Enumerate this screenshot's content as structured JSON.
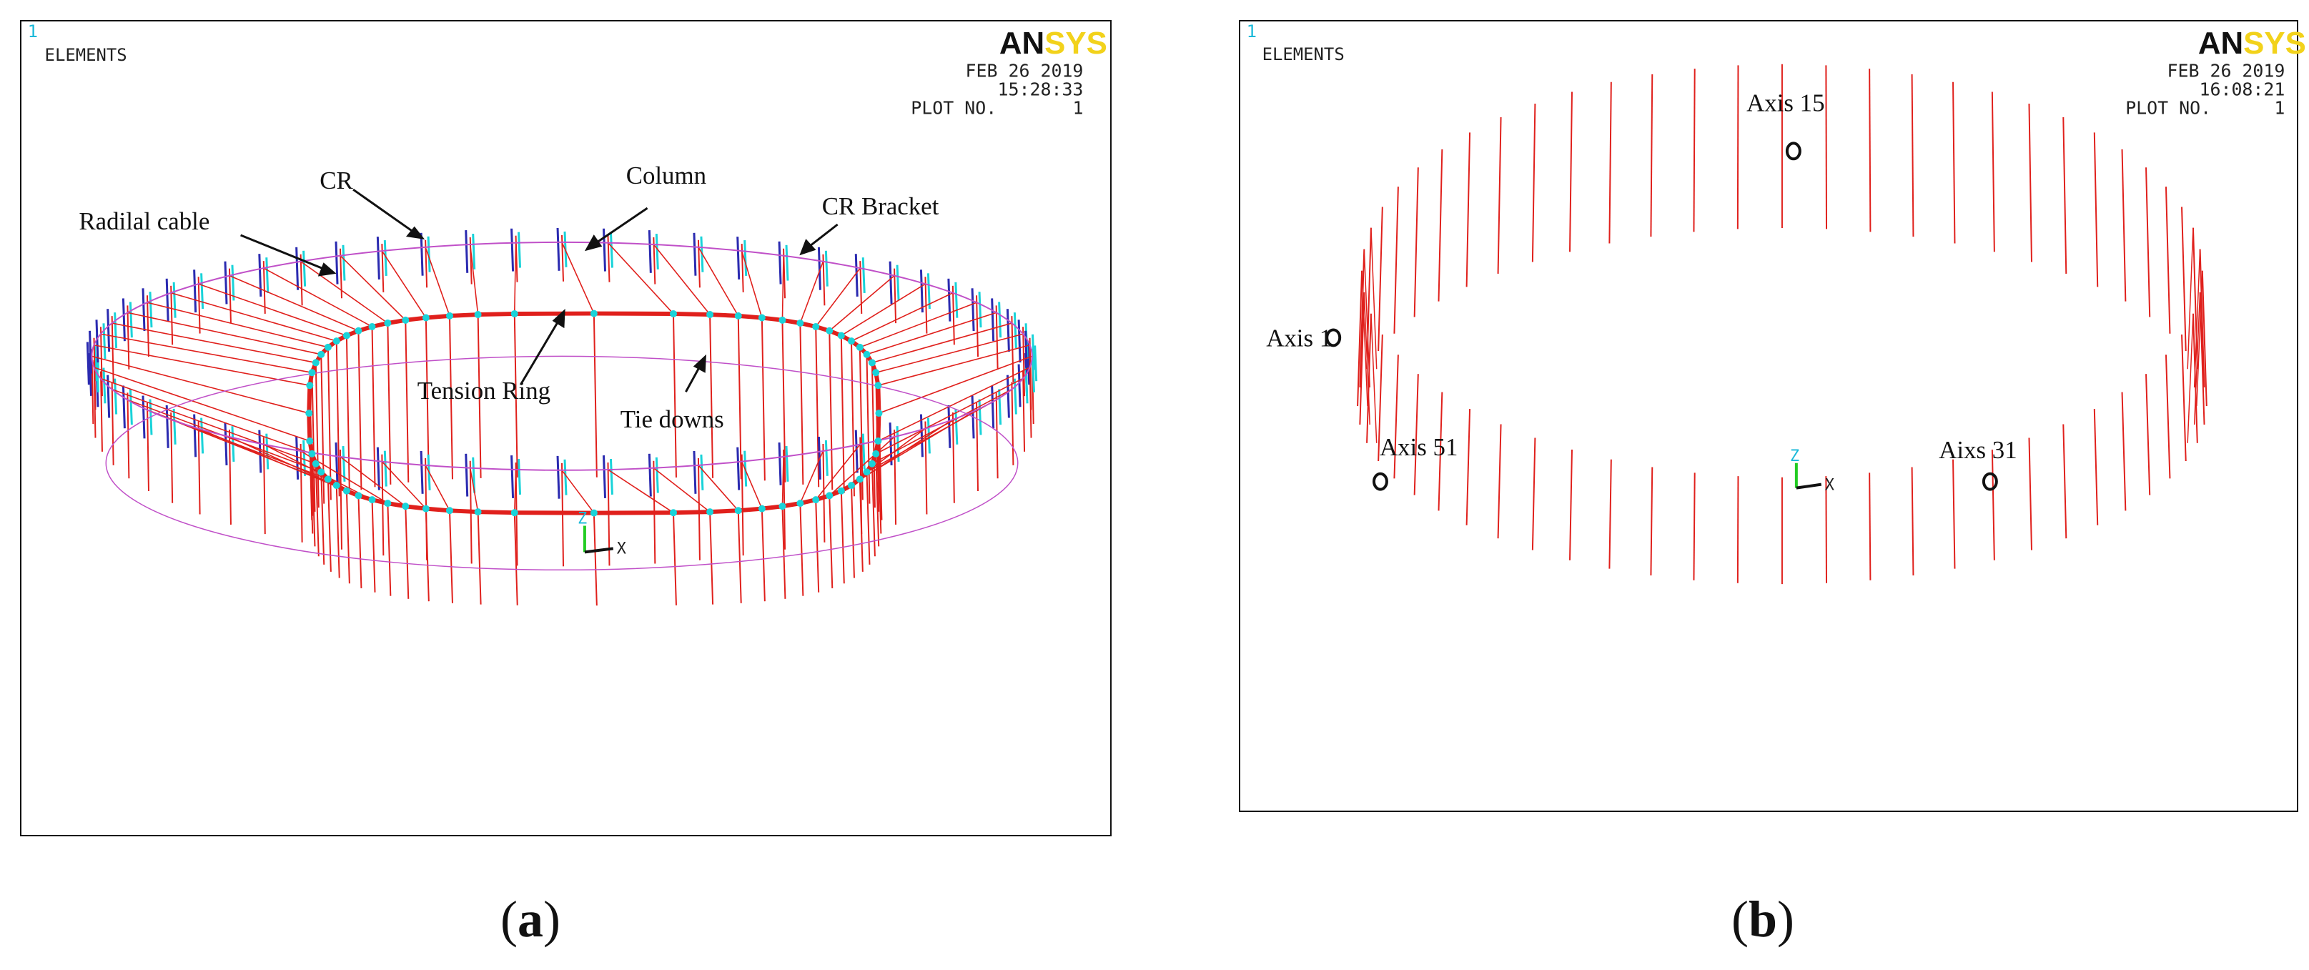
{
  "panels": {
    "a": {
      "plot_number_label": "1",
      "mode": "ELEMENTS",
      "brand": {
        "part1": "AN",
        "part2": "SYS"
      },
      "date": "FEB 26 2019",
      "time": "15:28:33",
      "plot_no_label": "PLOT NO.",
      "plot_no_value": "1",
      "labels": {
        "cr": "CR",
        "column": "Column",
        "radial_cable": "Radilal cable",
        "cr_bracket": "CR Bracket",
        "tension_ring": "Tension Ring",
        "tie_downs": "Tie downs"
      },
      "triad": {
        "z": "Z",
        "x": "X"
      },
      "caption": "a"
    },
    "b": {
      "plot_number_label": "1",
      "mode": "ELEMENTS",
      "brand": {
        "part1": "AN",
        "part2": "SYS"
      },
      "date": "FEB 26 2019",
      "time": "16:08:21",
      "plot_no_label": "PLOT NO.",
      "plot_no_value": "1",
      "labels": {
        "axis_15": "Axis 15",
        "axis_1": "Axis 1",
        "axis_51": "Axis 51",
        "axis_31": "Aixs 31"
      },
      "triad": {
        "z": "Z",
        "x": "X"
      },
      "caption": "b"
    }
  },
  "colors": {
    "red": "#e0201c",
    "magenta": "#c050c8",
    "cyan": "#19d3d9",
    "blue": "#2a2ab0",
    "brand_black": "#111111",
    "brand_yellow": "#f2d21b",
    "triad_green": "#22cc22"
  }
}
